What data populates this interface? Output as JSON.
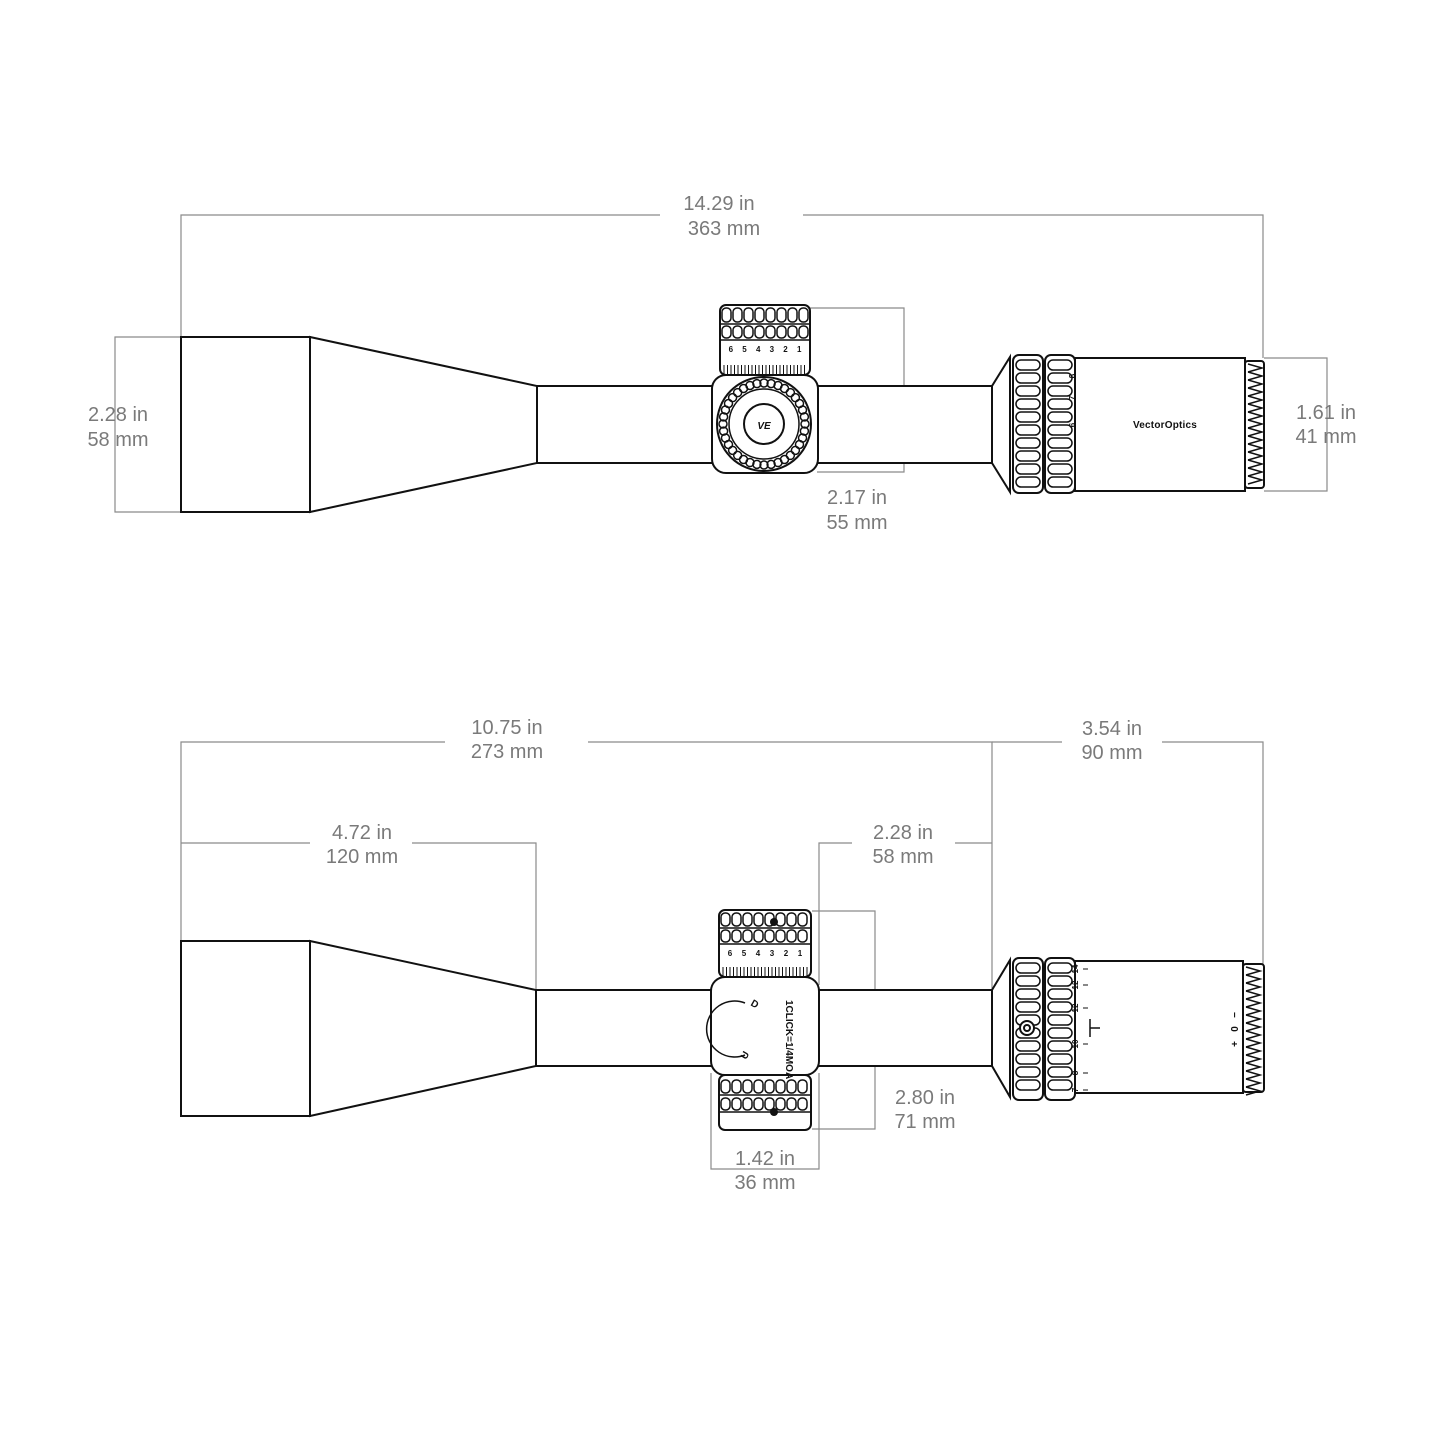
{
  "top_view": {
    "overall_length": {
      "in": "14.29 in",
      "mm": "363 mm"
    },
    "objective_diameter": {
      "in": "2.28 in",
      "mm": "58 mm"
    },
    "eyepiece_diameter": {
      "in": "1.61 in",
      "mm": "41 mm"
    },
    "turret_height": {
      "in": "2.17 in",
      "mm": "55 mm"
    },
    "brand": "VectorOptics",
    "logo": "VE",
    "turret_ticks": [
      "6",
      "5",
      "4",
      "3",
      "2",
      "1"
    ],
    "mag_ring_numbers": [
      "8",
      "7",
      "6"
    ]
  },
  "side_view": {
    "front_length": {
      "in": "10.75 in",
      "mm": "273 mm"
    },
    "eyepiece_length": {
      "in": "3.54 in",
      "mm": "90 mm"
    },
    "bell_length": {
      "in": "4.72 in",
      "mm": "120 mm"
    },
    "saddle_to_ring": {
      "in": "2.28 in",
      "mm": "58 mm"
    },
    "turret_span": {
      "in": "2.80 in",
      "mm": "71 mm"
    },
    "saddle_width": {
      "in": "1.42 in",
      "mm": "36 mm"
    },
    "dial_letters": {
      "d": "D",
      "u": "U"
    },
    "dial_text": "1CLICK=1/4MOA",
    "mag_numbers": [
      "14",
      "12",
      "12",
      "10",
      "8",
      "7"
    ],
    "diopter_marks": {
      "plus": "+",
      "zero": "0",
      "minus": "−"
    }
  }
}
